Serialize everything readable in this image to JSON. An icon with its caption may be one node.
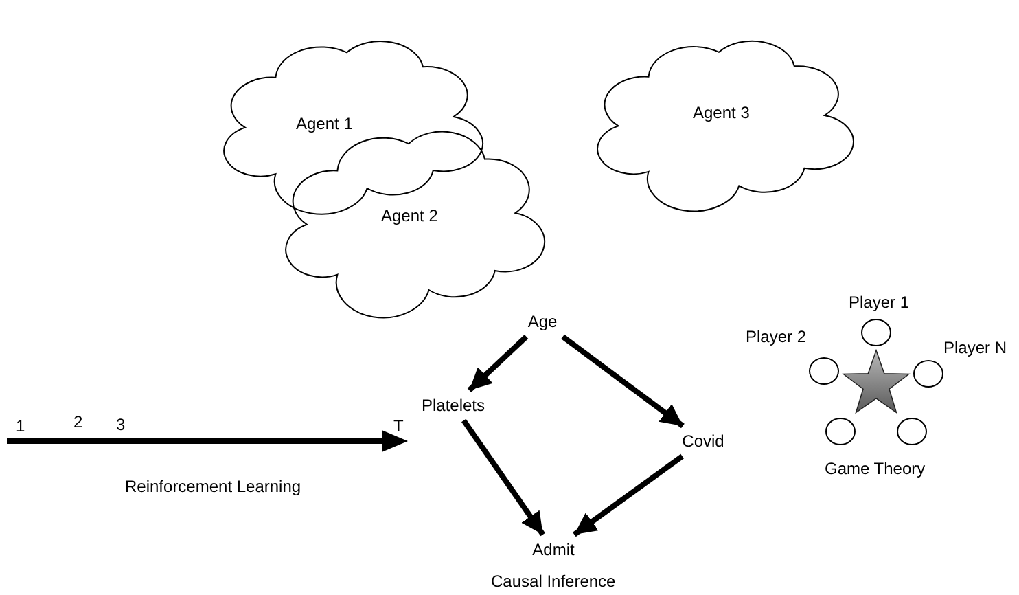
{
  "diagram": {
    "nodes": [
      {
        "text": [
          "Agent 1"
        ]
      },
      {
        "text": [
          "Agent 2"
        ]
      },
      {
        "text": [
          "Agent 3"
        ]
      },
      {
        "text": [
          "Age"
        ]
      },
      {
        "text": [
          "Platelets"
        ]
      },
      {
        "text": [
          "Covid"
        ]
      },
      {
        "text": [
          "Admit"
        ]
      },
      {
        "text": [],
        "shape": "star"
      },
      {
        "text": [],
        "shape": "circle",
        "beside": [
          "Player 1"
        ]
      },
      {
        "text": [],
        "shape": "circle",
        "beside": [
          "Player 2"
        ]
      },
      {
        "text": [],
        "shape": "circle",
        "beside": [
          "Player N"
        ]
      },
      {
        "text": [],
        "shape": "circle"
      },
      {
        "text": [],
        "shape": "circle"
      }
    ],
    "edges": [
      {
        "from": 3,
        "to": 4,
        "arrow": "to"
      },
      {
        "from": 3,
        "to": 5,
        "arrow": "to"
      },
      {
        "from": 4,
        "to": 6,
        "arrow": "to"
      },
      {
        "from": 5,
        "to": 6,
        "arrow": "to"
      }
    ],
    "labels": [
      "1",
      "2",
      "3",
      "T",
      "Reinforcement Learning",
      "Causal Inference",
      "Game Theory"
    ]
  }
}
